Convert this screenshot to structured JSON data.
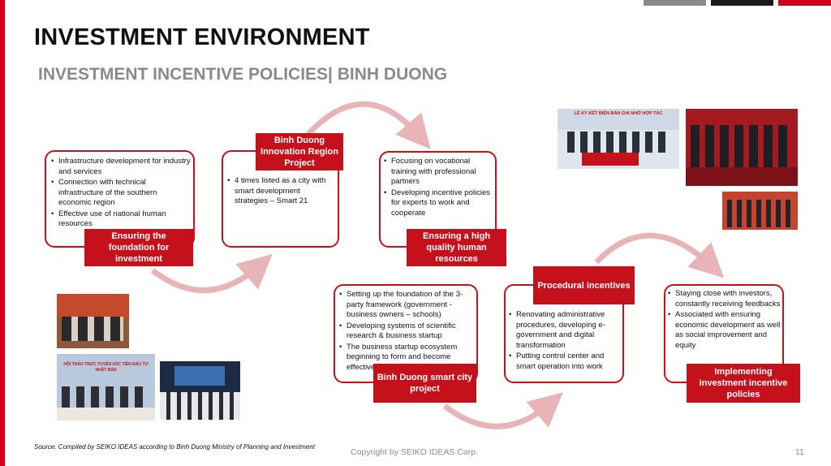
{
  "header": {
    "title": "INVESTMENT ENVIRONMENT",
    "subtitle": "INVESTMENT INCENTIVE POLICIES| BINH DUONG"
  },
  "colors": {
    "accent": "#c4111b",
    "arrow": "#e8b4b8",
    "gray": "#8a8a8a",
    "dark": "#1a1a1a"
  },
  "steps": [
    {
      "label": "Ensuring the foundation for investment",
      "bullets": [
        "Infrastructure development for industry and services",
        "Connection with technical infrastructure of the southern economic region",
        "Effective use of national human resources"
      ]
    },
    {
      "label": "Binh Duong Innovation Region Project",
      "bullets": [
        "4 times listed as a city with smart development strategies – Smart 21"
      ]
    },
    {
      "label": "Ensuring a high quality human resources",
      "bullets": [
        "Focusing on vocational training with professional partners",
        "Developing incentive policies for experts to work and cooperate"
      ]
    },
    {
      "label": "Binh Duong smart city project",
      "bullets": [
        "Setting up the foundation of the 3-party framework (government - business owners – schools)",
        "Developing systems of scientific research & business startup",
        "The business startup ecosystem beginning to form and become effective"
      ]
    },
    {
      "label": "Procedural incentives",
      "bullets": [
        "Renovating administrative procedures, developing e-government and digital transformation",
        "Putting control center and smart operation into work"
      ]
    },
    {
      "label": "Implementing investment incentive policies",
      "bullets": [
        "Staying close with investors, constantly receiving feedbacks",
        "Associated with ensuring economic development as well as social improvement and equity"
      ]
    }
  ],
  "photos": {
    "signing_banner": "LỄ KÝ KẾT BIÊN BẢN GHI NHỚ HỢP TÁC",
    "forum_banner": "HỘI THẢO TRỰC TUYẾN XÚC TIẾN ĐẦU TƯ NHẬT BẢN"
  },
  "footer": {
    "source": "Source: Compiled by SEIKO IDEAS according to Binh Duong Ministry of Planning and Investment",
    "copyright": "Copyright by SEIKO IDEAS Corp.",
    "page_number": "11"
  }
}
